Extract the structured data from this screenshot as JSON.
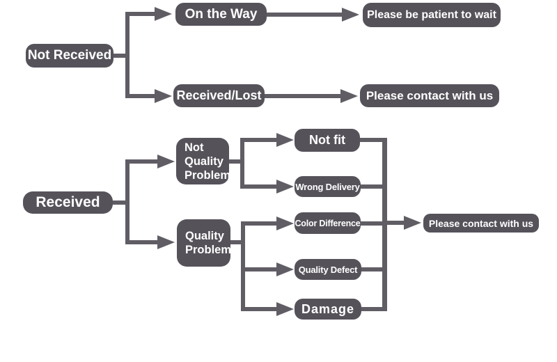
{
  "colors": {
    "box": "#56525a",
    "line": "#615d65",
    "text": "#ffffff",
    "background": "#ffffff"
  },
  "diagram": {
    "type": "flowchart",
    "topic": "order received decision flow",
    "nodes": {
      "not_received": {
        "label": "Not Received"
      },
      "on_the_way": {
        "label": "On the Way"
      },
      "be_patient": {
        "label": "Please be patient to wait"
      },
      "received_lost": {
        "label": "Received/Lost"
      },
      "contact_us_top": {
        "label": "Please contact with us"
      },
      "received": {
        "label": "Received"
      },
      "not_quality_problem": {
        "label": "Not Quality Problem",
        "lines": [
          "Not",
          "Quality",
          "Problem"
        ]
      },
      "quality_problem": {
        "label": "Quality Problem",
        "lines": [
          "Quality",
          "Problem"
        ]
      },
      "not_fit": {
        "label": "Not fit"
      },
      "wrong_delivery": {
        "label": "Wrong Delivery"
      },
      "color_difference": {
        "label": "Color Difference"
      },
      "quality_defect": {
        "label": "Quality Defect"
      },
      "damage": {
        "label": "Damage"
      },
      "contact_us_final": {
        "label": "Please contact with us"
      }
    },
    "edges": [
      {
        "from": "Not Received",
        "to": "On the Way"
      },
      {
        "from": "Not Received",
        "to": "Received/Lost"
      },
      {
        "from": "On the Way",
        "to": "Please be patient to wait"
      },
      {
        "from": "Received/Lost",
        "to": "Please contact with us"
      },
      {
        "from": "Received",
        "to": "Not Quality Problem"
      },
      {
        "from": "Received",
        "to": "Quality Problem"
      },
      {
        "from": "Not Quality Problem",
        "to": "Not fit"
      },
      {
        "from": "Not Quality Problem",
        "to": "Wrong Delivery"
      },
      {
        "from": "Quality Problem",
        "to": "Color Difference"
      },
      {
        "from": "Quality Problem",
        "to": "Quality Defect"
      },
      {
        "from": "Quality Problem",
        "to": "Damage"
      },
      {
        "from": "Not fit",
        "to": "Please contact with us"
      },
      {
        "from": "Wrong Delivery",
        "to": "Please contact with us"
      },
      {
        "from": "Color Difference",
        "to": "Please contact with us"
      },
      {
        "from": "Quality Defect",
        "to": "Please contact with us"
      },
      {
        "from": "Damage",
        "to": "Please contact with us"
      }
    ]
  }
}
